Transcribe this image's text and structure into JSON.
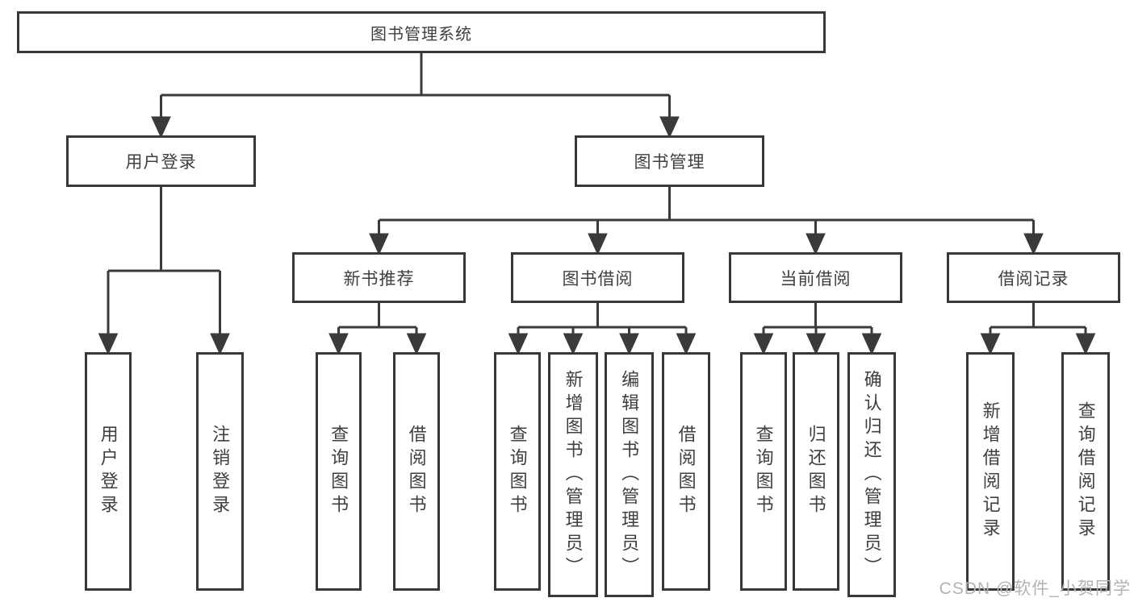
{
  "tree": {
    "root": "图书管理系统",
    "branches": [
      {
        "label": "用户登录",
        "children": [
          {
            "label": "用户登录"
          },
          {
            "label": "注销登录"
          }
        ]
      },
      {
        "label": "图书管理",
        "children": [
          {
            "label": "新书推荐",
            "children": [
              {
                "label": "查询图书"
              },
              {
                "label": "借阅图书"
              }
            ]
          },
          {
            "label": "图书借阅",
            "children": [
              {
                "label": "查询图书"
              },
              {
                "label": "新增图书（管理员）"
              },
              {
                "label": "编辑图书（管理员）"
              },
              {
                "label": "借阅图书"
              }
            ]
          },
          {
            "label": "当前借阅",
            "children": [
              {
                "label": "查询图书"
              },
              {
                "label": "归还图书"
              },
              {
                "label": "确认归还（管理员）"
              }
            ]
          },
          {
            "label": "借阅记录",
            "children": [
              {
                "label": "新增借阅记录"
              },
              {
                "label": "查询借阅记录"
              }
            ]
          }
        ]
      }
    ]
  },
  "watermark": "CSDN @软件_小贺同学",
  "colors": {
    "line": "#3a3a3a",
    "box_border": "#383838",
    "text": "#3f3f3f",
    "watermark": "#b3b3b3",
    "background": "#ffffff"
  }
}
